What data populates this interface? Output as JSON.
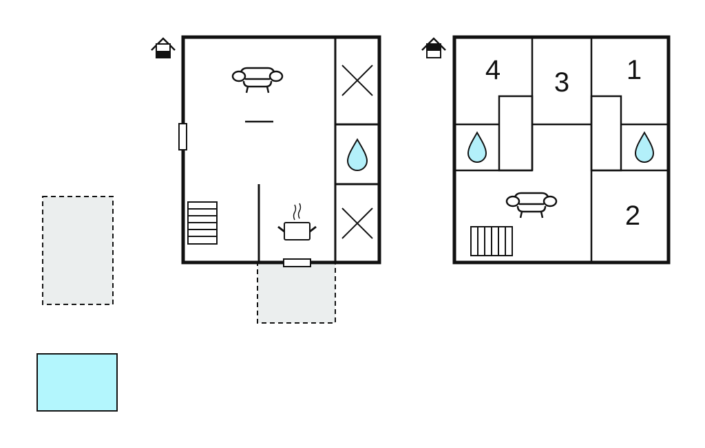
{
  "diagram": {
    "type": "floor-plan",
    "colors": {
      "wall": "#111111",
      "water": "#b3f0fa",
      "outdoor": "#ebeeee",
      "pool": "#b3f6fd"
    },
    "ground_floor": {
      "icons": [
        "house-ground-floor-icon",
        "sofa-icon",
        "stairs-icon",
        "cooking-pot-icon",
        "toilet-x-icon",
        "water-drop-icon",
        "toilet-x-icon"
      ]
    },
    "upper_floor": {
      "rooms": [
        {
          "label": "4"
        },
        {
          "label": "3"
        },
        {
          "label": "1"
        },
        {
          "label": "2"
        }
      ],
      "icons": [
        "house-upper-floor-icon",
        "water-drop-icon",
        "water-drop-icon",
        "sofa-icon",
        "stairs-icon"
      ]
    },
    "outdoor": [
      "terrace",
      "terrace",
      "pool"
    ]
  }
}
